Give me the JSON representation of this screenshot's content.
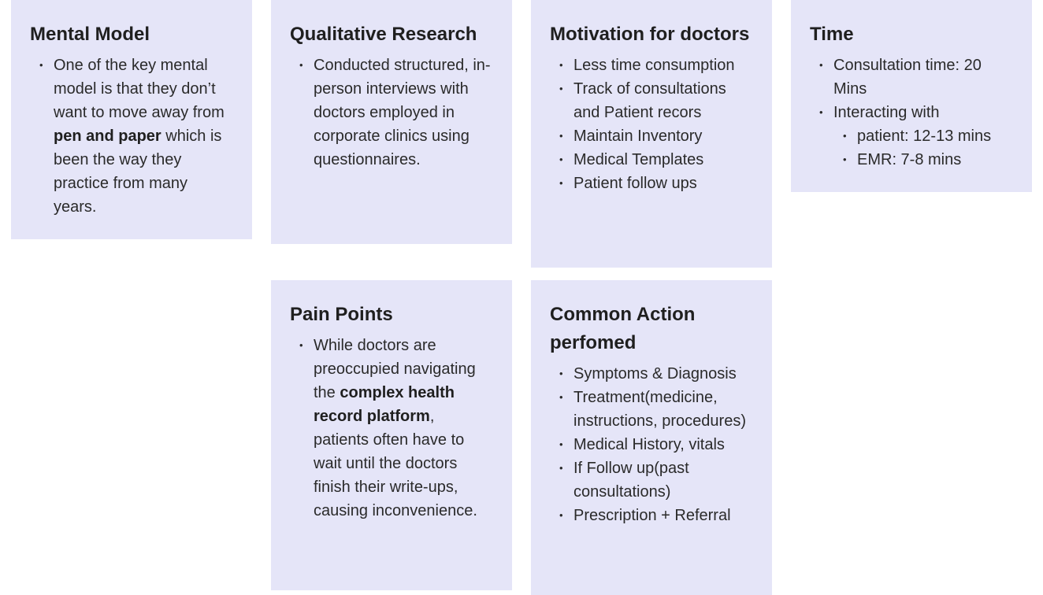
{
  "mental_model": {
    "title": "Mental Model",
    "text_1": "One of the key mental model is that they don’t want to move away from ",
    "bold_1": "pen and paper",
    "text_2": " which is been the way they practice from many years."
  },
  "qualitative_research": {
    "title": "Qualitative Research",
    "items": [
      "Conducted structured, in-person interviews with doctors employed in corporate clinics using questionnaires."
    ]
  },
  "motivation": {
    "title": "Motivation for doctors",
    "items": [
      "Less time consumption",
      "Track of consultations and Patient recors",
      "Maintain Inventory",
      "Medical Templates",
      "Patient follow ups"
    ]
  },
  "time": {
    "title": "Time",
    "items": [
      "Consultation time: 20 Mins",
      "Interacting with"
    ],
    "sub_items": [
      "patient: 12-13 mins",
      "EMR: 7-8 mins"
    ]
  },
  "pain_points": {
    "title": "Pain Points",
    "text_1": "While doctors are preoccupied navigating the ",
    "bold_1": "complex health record platform",
    "text_2": ", patients often have to wait until the doctors finish their write-ups, causing inconvenience."
  },
  "common_actions": {
    "title": "Common Action perfomed",
    "items": [
      "Symptoms & Diagnosis",
      "Treatment(medicine, instructions, procedures)",
      "Medical History, vitals",
      "If Follow up(past consultations)",
      "Prescription + Referral"
    ]
  }
}
